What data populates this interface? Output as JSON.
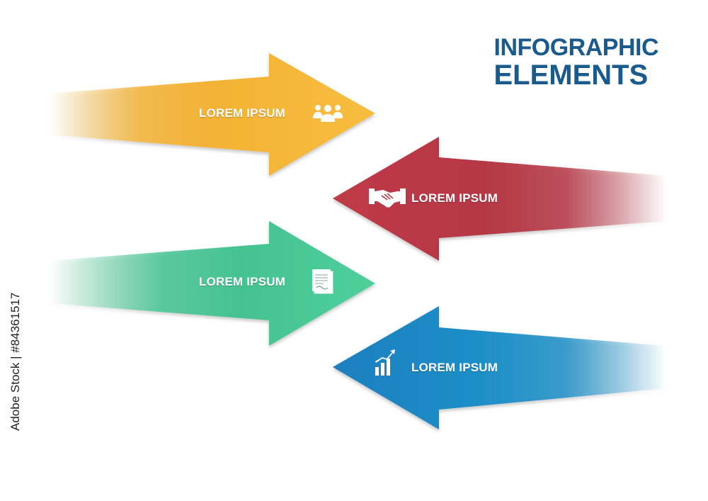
{
  "title": {
    "line1": "INFOGRAPHIC",
    "line2": "ELEMENTS"
  },
  "arrows": [
    {
      "label": "LOREM IPSUM",
      "direction": "right",
      "color": "#f3b234",
      "icon": "people-group-icon"
    },
    {
      "label": "LOREM IPSUM",
      "direction": "left",
      "color": "#b53745",
      "icon": "handshake-icon"
    },
    {
      "label": "LOREM IPSUM",
      "direction": "right",
      "color": "#44c391",
      "icon": "document-icon"
    },
    {
      "label": "LOREM IPSUM",
      "direction": "left",
      "color": "#1f8fc7",
      "icon": "growth-chart-icon"
    }
  ],
  "watermark": {
    "stock_id": "Adobe Stock | #84361517"
  },
  "colors": {
    "title": "#1a5a8c",
    "label": "#ffffff",
    "background": "#ffffff"
  }
}
